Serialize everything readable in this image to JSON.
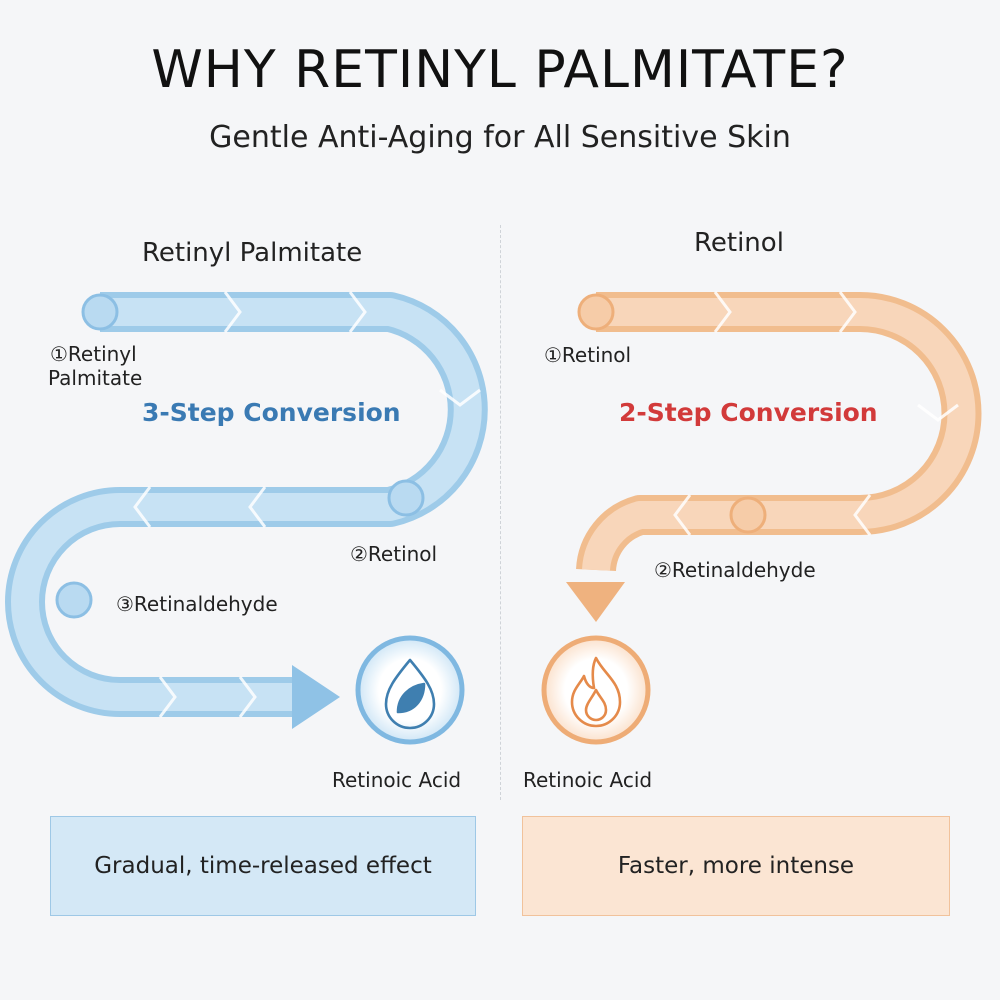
{
  "header": {
    "title": "WHY RETINYL PALMITATE?",
    "subtitle": "Gentle Anti-Aging for All Sensitive Skin"
  },
  "left": {
    "title": "Retinyl Palmitate",
    "conversion": "3-Step Conversion",
    "steps": [
      "①Retinyl",
      "Palmitate",
      "②Retinol",
      "③Retinaldehyde"
    ],
    "result": "Retinoic Acid",
    "result_icon": "leaf-drop-icon",
    "summary": "Gradual, time-released effect",
    "accent": "#3a7ab3"
  },
  "right": {
    "title": "Retinol",
    "conversion": "2-Step Conversion",
    "steps": [
      "①Retinol",
      "②Retinaldehyde"
    ],
    "result": "Retinoic Acid",
    "result_icon": "flame-icon",
    "summary": "Faster, more intense",
    "accent": "#d23a3a"
  }
}
